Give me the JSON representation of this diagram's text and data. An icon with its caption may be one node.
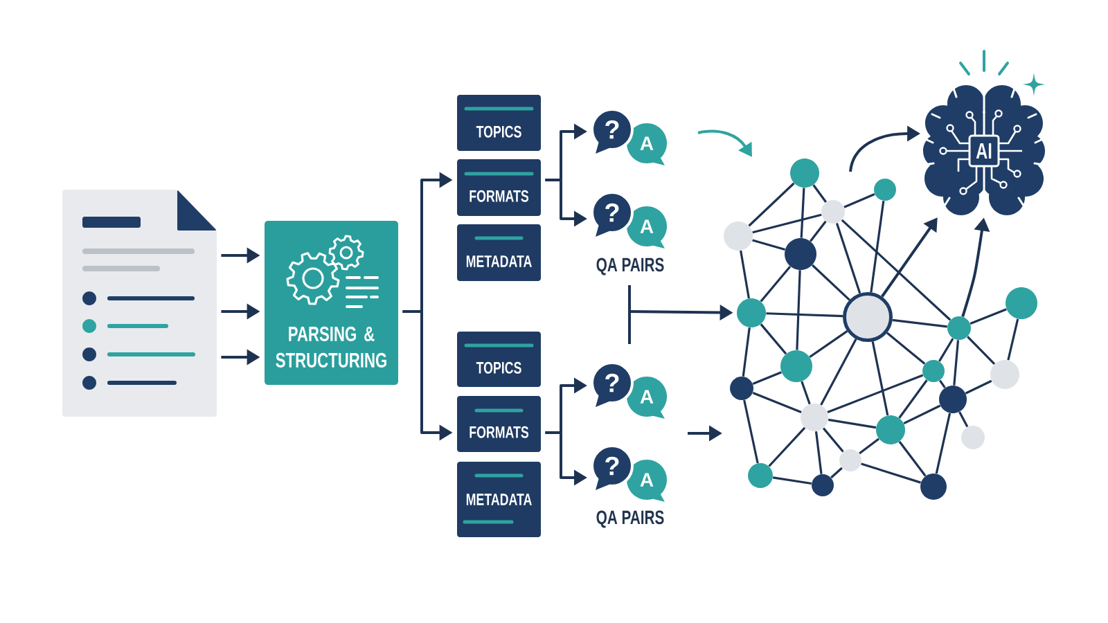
{
  "diagram": {
    "nodes": [
      {
        "text": [],
        "shape": "document"
      },
      {
        "text": [
          "PARSING & STRUCTURING"
        ]
      },
      {
        "text": [
          "TOPICS"
        ]
      },
      {
        "text": [
          "FORMATS"
        ]
      },
      {
        "text": [
          "METADATA"
        ]
      },
      {
        "text": [
          "TOPICS"
        ]
      },
      {
        "text": [
          "FORMATS"
        ]
      },
      {
        "text": [
          "METADATA"
        ]
      },
      {
        "text": [
          "?"
        ]
      },
      {
        "text": [
          "A"
        ]
      },
      {
        "text": [
          "?"
        ]
      },
      {
        "text": [
          "A"
        ]
      },
      {
        "text": [
          "?"
        ]
      },
      {
        "text": [
          "A"
        ]
      },
      {
        "text": [
          "?"
        ]
      },
      {
        "text": [
          "A"
        ]
      },
      {
        "text": [],
        "shape": "circle"
      },
      {
        "text": [],
        "shape": "circle"
      },
      {
        "text": [],
        "shape": "circle"
      },
      {
        "text": [],
        "shape": "circle"
      },
      {
        "text": [],
        "shape": "circle"
      },
      {
        "text": [],
        "shape": "circle"
      },
      {
        "text": [],
        "shape": "circle"
      },
      {
        "text": [],
        "shape": "circle"
      },
      {
        "text": [],
        "shape": "circle"
      },
      {
        "text": [],
        "shape": "circle"
      },
      {
        "text": [],
        "shape": "circle"
      },
      {
        "text": [],
        "shape": "circle"
      },
      {
        "text": [],
        "shape": "circle"
      },
      {
        "text": [],
        "shape": "circle"
      },
      {
        "text": [],
        "shape": "circle"
      },
      {
        "text": [],
        "shape": "circle"
      },
      {
        "text": [],
        "shape": "circle"
      },
      {
        "text": [],
        "shape": "circle"
      },
      {
        "text": [],
        "shape": "circle"
      },
      {
        "text": [],
        "shape": "circle"
      },
      {
        "text": [],
        "shape": "circle"
      },
      {
        "text": [
          "AI"
        ]
      }
    ],
    "edges": [
      {
        "from": 0,
        "to": 1,
        "arrow": "to"
      },
      {
        "from": 0,
        "to": 1,
        "arrow": "to"
      },
      {
        "from": 0,
        "to": 1,
        "arrow": "to"
      },
      {
        "from": 1,
        "to": 3,
        "arrow": "to"
      },
      {
        "from": 1,
        "to": 6,
        "arrow": "to"
      },
      {
        "from": 3,
        "to": 8,
        "arrow": "to"
      },
      {
        "from": 3,
        "to": 10,
        "arrow": "to"
      },
      {
        "from": 6,
        "to": 12,
        "arrow": "to"
      },
      {
        "from": 6,
        "to": 14,
        "arrow": "to"
      },
      {
        "from": null,
        "to": 22,
        "arrow": "to"
      },
      {
        "from": 21,
        "to": 37,
        "arrow": "to"
      },
      {
        "from": 34,
        "to": 37,
        "arrow": "to"
      },
      {
        "from": null,
        "to": 37,
        "arrow": "to"
      },
      {
        "from": 16,
        "to": 19,
        "arrow": "none"
      },
      {
        "from": 16,
        "to": 20,
        "arrow": "none"
      },
      {
        "from": 16,
        "to": 18,
        "arrow": "none"
      },
      {
        "from": 17,
        "to": 18,
        "arrow": "none"
      },
      {
        "from": 17,
        "to": 21,
        "arrow": "none"
      },
      {
        "from": 19,
        "to": 18,
        "arrow": "none"
      },
      {
        "from": 19,
        "to": 20,
        "arrow": "none"
      },
      {
        "from": 18,
        "to": 20,
        "arrow": "none"
      },
      {
        "from": 19,
        "to": 22,
        "arrow": "none"
      },
      {
        "from": 18,
        "to": 21,
        "arrow": "none"
      },
      {
        "from": 18,
        "to": 34,
        "arrow": "none"
      },
      {
        "from": 20,
        "to": 22,
        "arrow": "none"
      },
      {
        "from": 20,
        "to": 23,
        "arrow": "none"
      },
      {
        "from": 20,
        "to": 21,
        "arrow": "none"
      },
      {
        "from": 22,
        "to": 21,
        "arrow": "none"
      },
      {
        "from": 22,
        "to": 23,
        "arrow": "none"
      },
      {
        "from": 22,
        "to": 24,
        "arrow": "none"
      },
      {
        "from": 23,
        "to": 21,
        "arrow": "none"
      },
      {
        "from": 23,
        "to": 24,
        "arrow": "none"
      },
      {
        "from": 23,
        "to": 25,
        "arrow": "none"
      },
      {
        "from": 24,
        "to": 25,
        "arrow": "none"
      },
      {
        "from": 24,
        "to": 26,
        "arrow": "none"
      },
      {
        "from": 21,
        "to": 25,
        "arrow": "none"
      },
      {
        "from": 21,
        "to": 29,
        "arrow": "none"
      },
      {
        "from": 21,
        "to": 31,
        "arrow": "none"
      },
      {
        "from": 21,
        "to": 34,
        "arrow": "none"
      },
      {
        "from": 34,
        "to": 35,
        "arrow": "none"
      },
      {
        "from": 34,
        "to": 31,
        "arrow": "none"
      },
      {
        "from": 34,
        "to": 32,
        "arrow": "none"
      },
      {
        "from": 34,
        "to": 36,
        "arrow": "none"
      },
      {
        "from": 35,
        "to": 36,
        "arrow": "none"
      },
      {
        "from": 36,
        "to": 32,
        "arrow": "none"
      },
      {
        "from": 25,
        "to": 31,
        "arrow": "none"
      },
      {
        "from": 25,
        "to": 29,
        "arrow": "none"
      },
      {
        "from": 25,
        "to": 26,
        "arrow": "none"
      },
      {
        "from": 25,
        "to": 27,
        "arrow": "none"
      },
      {
        "from": 25,
        "to": 28,
        "arrow": "none"
      },
      {
        "from": 31,
        "to": 29,
        "arrow": "none"
      },
      {
        "from": 31,
        "to": 32,
        "arrow": "none"
      },
      {
        "from": 29,
        "to": 32,
        "arrow": "none"
      },
      {
        "from": 29,
        "to": 28,
        "arrow": "none"
      },
      {
        "from": 29,
        "to": 30,
        "arrow": "none"
      },
      {
        "from": 32,
        "to": 30,
        "arrow": "none"
      },
      {
        "from": 32,
        "to": 33,
        "arrow": "none"
      },
      {
        "from": 26,
        "to": 27,
        "arrow": "none"
      },
      {
        "from": 27,
        "to": 28,
        "arrow": "none"
      },
      {
        "from": 28,
        "to": 30,
        "arrow": "none"
      }
    ],
    "labels": [
      "QA PAIRS",
      "QA PAIRS"
    ]
  }
}
